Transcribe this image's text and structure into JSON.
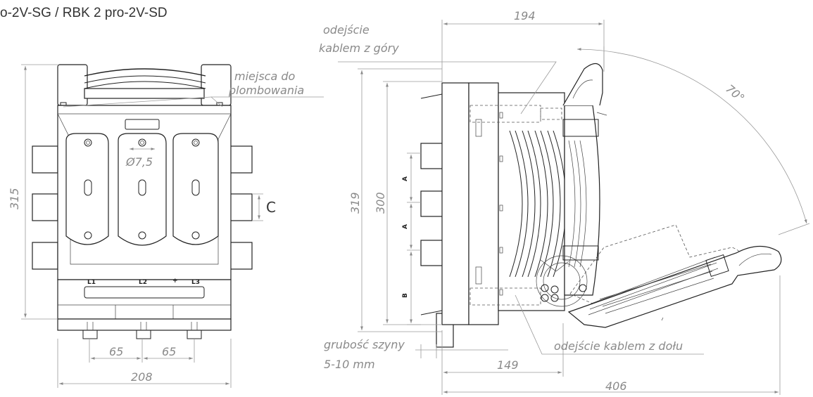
{
  "title": "o-2V-SG / RBK 2 pro-2V-SD",
  "front_view": {
    "height_dim": "315",
    "hole_dim": "Ø7,5",
    "busbar_spacing_label": "C",
    "spacing_left": "65",
    "spacing_right": "65",
    "width_dim": "208",
    "phase_labels": [
      "L1",
      "L2",
      "L3"
    ],
    "seal_note_line1": "miejsca do",
    "seal_note_line2": "plombowania"
  },
  "side_view": {
    "depth_top": "194",
    "height_outer": "319",
    "height_inner": "300",
    "spacing_a1": "A",
    "spacing_a2": "A",
    "spacing_b": "B",
    "angle": "70°",
    "depth_149": "149",
    "depth_406": "406",
    "cable_top_line1": "odejście",
    "cable_top_line2": "kablem z góry",
    "cable_bottom": "odejście kablem z dołu",
    "rail_line1": "grubość szyny",
    "rail_line2": "5-10 mm"
  },
  "colors": {
    "line": "#222222",
    "dimension": "#8a8a8a"
  }
}
